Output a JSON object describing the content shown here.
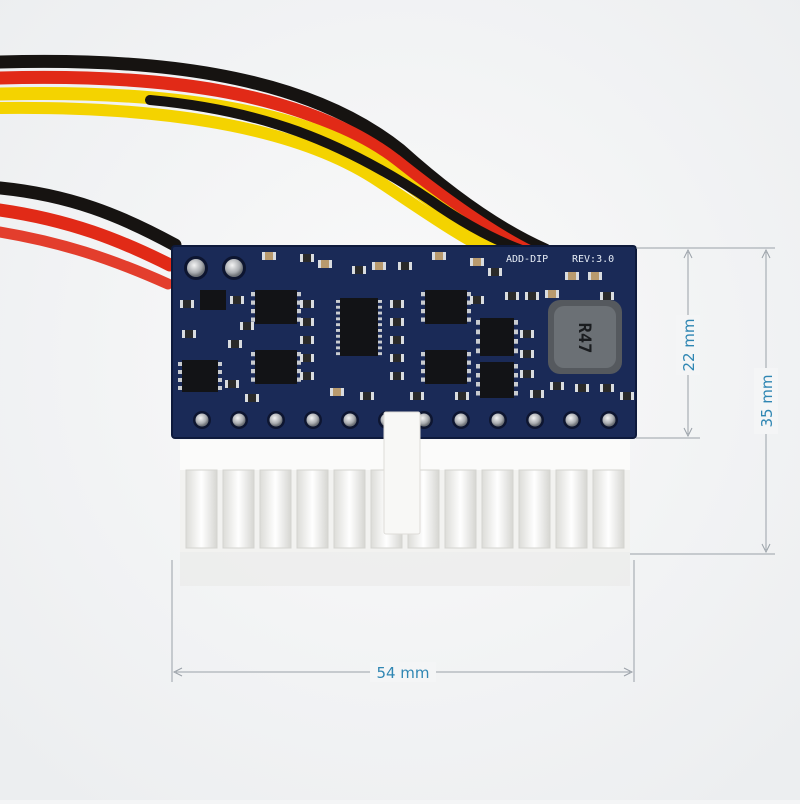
{
  "board": {
    "label_left": "ADD-DIP",
    "label_right": "REV:3.0",
    "inductor": "R47"
  },
  "dimensions": {
    "height_inner": "22 mm",
    "height_outer": "35 mm",
    "width": "54 mm"
  },
  "colors": {
    "accent": "#2f86b3",
    "pcb": "#1a2a57",
    "wire_red": "#e12a17",
    "wire_yellow": "#f4d300",
    "wire_black": "#161311",
    "connector": "#f2f2f0"
  }
}
